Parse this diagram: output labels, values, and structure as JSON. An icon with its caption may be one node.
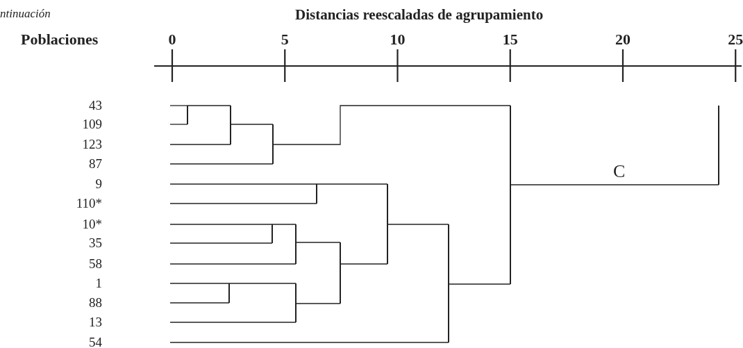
{
  "diagram": {
    "title": "Distancias reescaladas de agrupamiento",
    "nodes": [
      {
        "text": [],
        "shape": "bar"
      },
      {
        "text": [],
        "shape": "bar"
      },
      {
        "text": [],
        "shape": "bar"
      },
      {
        "text": [],
        "shape": "bar"
      },
      {
        "text": [],
        "shape": "bar"
      },
      {
        "text": [],
        "shape": "bar"
      },
      {
        "text": [],
        "shape": "bar"
      },
      {
        "text": [],
        "shape": "bar"
      },
      {
        "text": [],
        "shape": "bar"
      },
      {
        "text": [],
        "shape": "bar"
      },
      {
        "text": [],
        "shape": "bar"
      },
      {
        "text": [],
        "shape": "bar"
      },
      {
        "text": [],
        "shape": "bar"
      }
    ],
    "edges": [
      {
        "from": null,
        "to": 0,
        "arrow": "none"
      },
      {
        "from": null,
        "to": 0,
        "arrow": "none"
      },
      {
        "from": 0,
        "to": 2,
        "arrow": "none"
      },
      {
        "from": null,
        "to": 2,
        "arrow": "none"
      },
      {
        "from": 2,
        "to": 4,
        "arrow": "none"
      },
      {
        "from": null,
        "to": 4,
        "arrow": "none"
      },
      {
        "from": 4,
        "to": 11,
        "arrow": "none"
      },
      {
        "from": null,
        "to": 7,
        "arrow": "none"
      },
      {
        "from": null,
        "to": 7,
        "arrow": "none"
      },
      {
        "from": null,
        "to": 3,
        "arrow": "none"
      },
      {
        "from": null,
        "to": 3,
        "arrow": "none"
      },
      {
        "from": 3,
        "to": 5,
        "arrow": "none"
      },
      {
        "from": null,
        "to": 5,
        "arrow": "none"
      },
      {
        "from": null,
        "to": 1,
        "arrow": "none"
      },
      {
        "from": null,
        "to": 1,
        "arrow": "none"
      },
      {
        "from": 1,
        "to": 6,
        "arrow": "none"
      },
      {
        "from": null,
        "to": 6,
        "arrow": "none"
      },
      {
        "from": 5,
        "to": 8,
        "arrow": "none"
      },
      {
        "from": 6,
        "to": 8,
        "arrow": "none"
      },
      {
        "from": 7,
        "to": 9,
        "arrow": "none"
      },
      {
        "from": 8,
        "to": 9,
        "arrow": "none"
      },
      {
        "from": 9,
        "to": 10,
        "arrow": "none"
      },
      {
        "from": null,
        "to": 10,
        "arrow": "none"
      },
      {
        "from": 10,
        "to": 11,
        "arrow": "none"
      },
      {
        "from": 11,
        "to": 12,
        "arrow": "none",
        "label": "C"
      }
    ],
    "labels": [
      "ntinuación",
      "Poblaciones",
      "0",
      "5",
      "10",
      "15",
      "20",
      "25",
      "43",
      "109",
      "123",
      "87",
      "9",
      "110*",
      "10*",
      "35",
      "58",
      "1",
      "88",
      "13",
      "54"
    ]
  }
}
